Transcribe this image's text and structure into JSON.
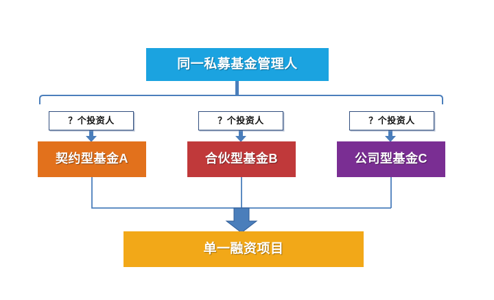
{
  "diagram": {
    "title_box": {
      "label": "同一私募基金管理人",
      "color": "#1BA3E0",
      "text_color": "#FFFFFF"
    },
    "investor_labels": [
      {
        "label": "？个投资人",
        "border_color": "#2E4B7C",
        "bg_color": "#FFFFFF"
      },
      {
        "label": "？个投资人",
        "border_color": "#2E4B7C",
        "bg_color": "#FFFFFF"
      },
      {
        "label": "？个投资人",
        "border_color": "#2E4B7C",
        "bg_color": "#FFFFFF"
      }
    ],
    "funds": [
      {
        "label": "契约型基金A",
        "color": "#E2711C",
        "text_color": "#FFFFFF"
      },
      {
        "label": "合伙型基金B",
        "color": "#C0393A",
        "text_color": "#FFFFFF"
      },
      {
        "label": "公司型基金C",
        "color": "#7A2E93",
        "text_color": "#FFFFFF"
      }
    ],
    "project_box": {
      "label": "单一融资项目",
      "color": "#F2A818",
      "text_color": "#FFFFFF"
    },
    "connector_color": "#4A7EBB",
    "bracket_color": "#4A7EBB"
  }
}
